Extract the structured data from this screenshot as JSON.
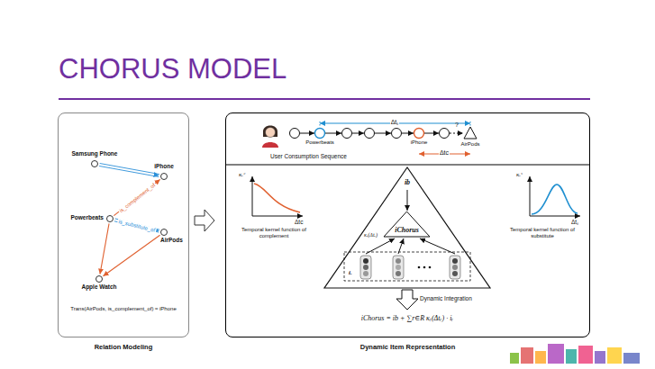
{
  "diagram": {
    "title": "CHORUS MODEL",
    "nodes": [
      {
        "text": [
          "Relation Modeling"
        ]
      },
      {
        "text": [
          "Samsung Phone"
        ],
        "in": 0
      },
      {
        "text": [
          "iPhone"
        ],
        "in": 0
      },
      {
        "text": [
          "Powerbeats"
        ],
        "in": 0
      },
      {
        "text": [
          "AirPods"
        ],
        "in": 0
      },
      {
        "text": [
          "Apple Watch"
        ],
        "in": 0
      },
      {
        "text": [
          "Dynamic Item Representation"
        ]
      },
      {
        "text": [
          "iChorus"
        ],
        "in": 6
      }
    ],
    "edges": [
      {
        "from": 1,
        "to": 2,
        "arrow": "to"
      },
      {
        "from": 3,
        "to": 2,
        "label": "is_complement_of",
        "arrow": "to"
      },
      {
        "from": 3,
        "to": 4,
        "label": "is_substitute_of",
        "arrow": "to"
      },
      {
        "from": 3,
        "to": 5,
        "arrow": "to"
      },
      {
        "from": 4,
        "to": 5,
        "arrow": "to"
      }
    ],
    "labels": [
      "Δtₛ",
      "?",
      "Powerbeats",
      "iPhone",
      "Δtc",
      "AirPods",
      "User Consumption Sequence",
      "κᵣᶜ",
      "Δtc",
      "Temporal kernel function of complement",
      "κᵣˢ",
      "Δtₛ",
      "Temporal kernel function of substitute",
      "ib",
      "κᵣ(Δtᵣ)",
      "iᵣ",
      "Dynamic Integration",
      "iChorus = ib + ∑r∈R κᵣ(Δtᵣ) · iᵣ",
      "Trans(AirPods, is_complement_of) ≈ iPhone"
    ]
  }
}
